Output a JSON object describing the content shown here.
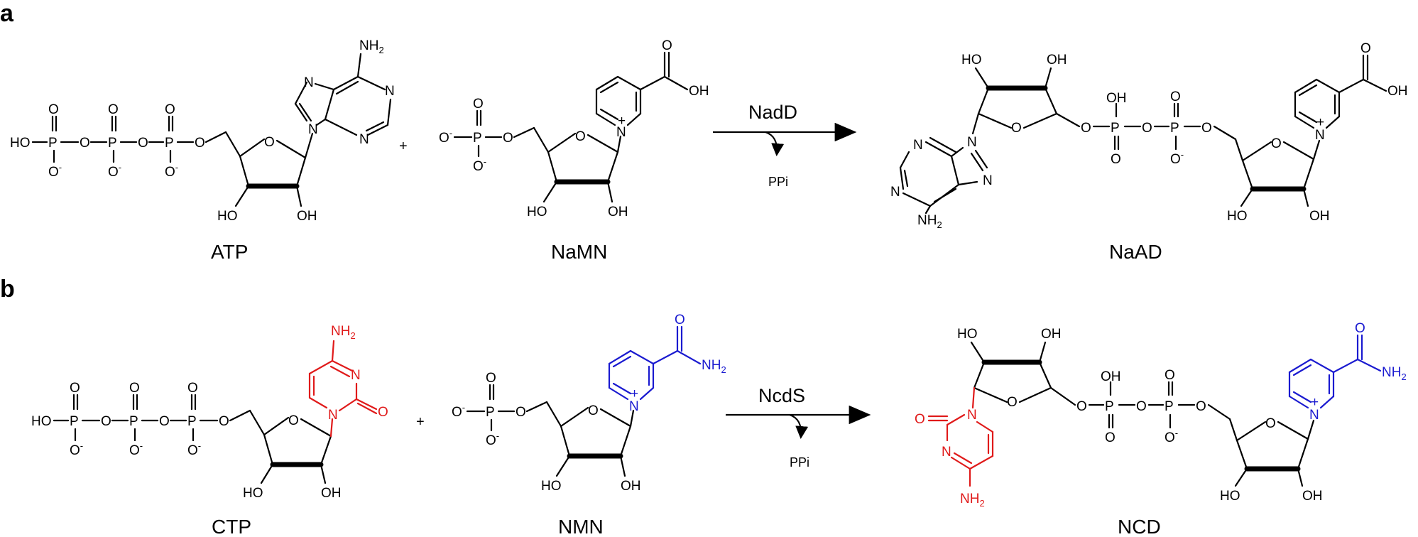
{
  "panels": [
    {
      "label": "a",
      "substrate1": "ATP",
      "substrate2": "NaMN",
      "product": "NaAD",
      "enzyme": "NadD",
      "byproduct": "PPi"
    },
    {
      "label": "b",
      "substrate1": "CTP",
      "substrate2": "NMN",
      "product": "NCD",
      "enzyme": "NcdS",
      "byproduct": "PPi"
    }
  ],
  "atoms": {
    "ho": "HO",
    "oh": "OH",
    "o": "O",
    "p": "P",
    "n": "N",
    "nh2": "NH2",
    "o_minus": "O-",
    "plus": "+"
  },
  "colors": {
    "cytosine": "#e01a1a",
    "nicotinamide": "#1a1ad0",
    "default": "#000000"
  }
}
